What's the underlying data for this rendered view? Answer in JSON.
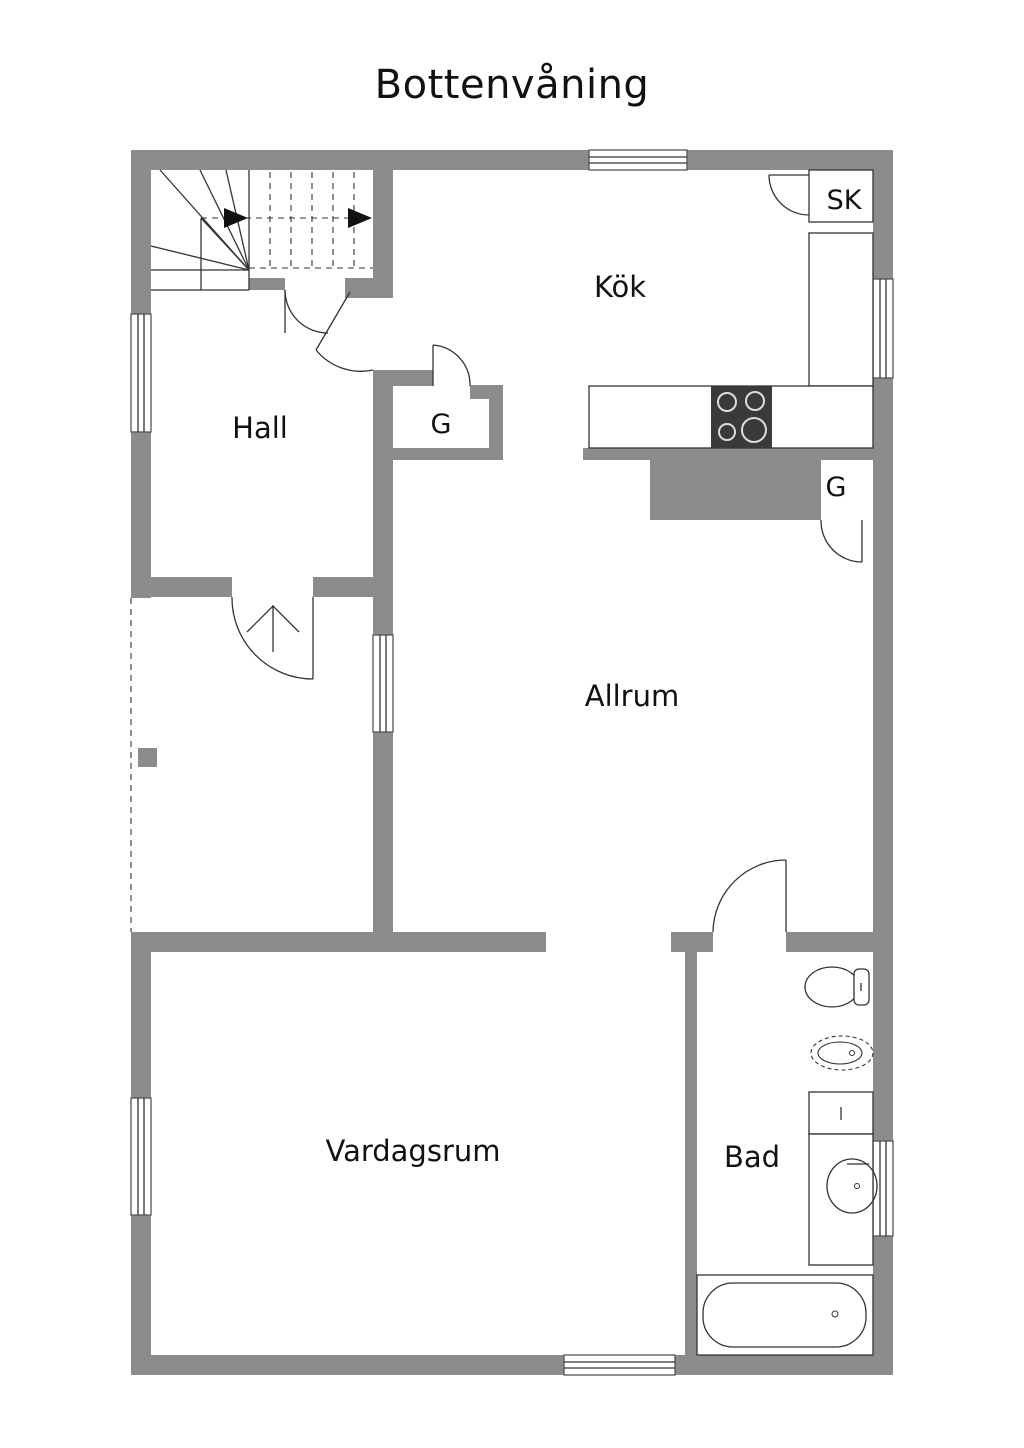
{
  "title": "Bottenvåning",
  "rooms": {
    "kok": "Kök",
    "hall": "Hall",
    "allrum": "Allrum",
    "vardagsrum": "Vardagsrum",
    "bad": "Bad"
  },
  "closets": {
    "sk": "SK",
    "g_hall": "G",
    "g_kitchen": "G"
  },
  "colors": {
    "wall": "#8c8c8c",
    "stove": "#3a3a3a",
    "line": "#333333"
  }
}
